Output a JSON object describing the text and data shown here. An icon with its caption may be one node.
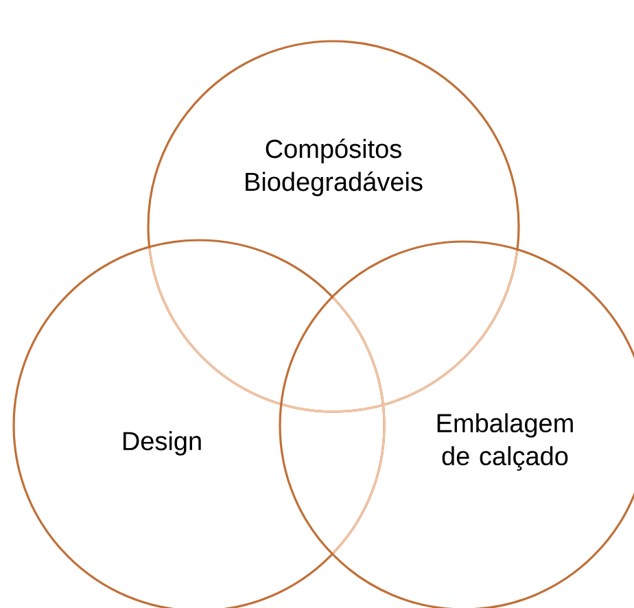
{
  "diagram": {
    "nodes": [
      {
        "text": [
          "Compósitos Biodegradáveis"
        ]
      },
      {
        "text": [
          "Design"
        ]
      },
      {
        "text": [
          "Embalagem de calçado"
        ]
      }
    ]
  }
}
